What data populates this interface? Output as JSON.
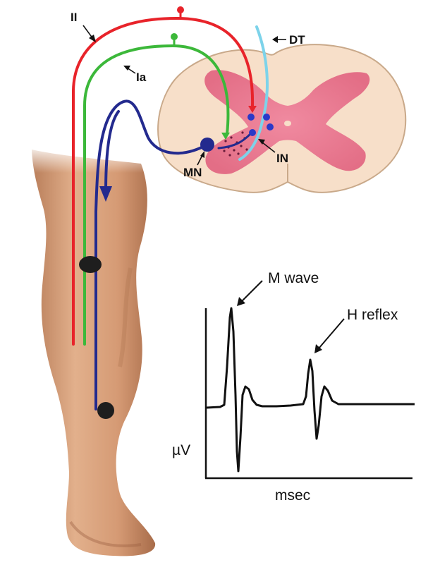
{
  "labels": {
    "fiber_ii": "II",
    "fiber_ia": "Ia",
    "descending_tract": "DT",
    "motor_neuron": "MN",
    "interneuron": "IN"
  },
  "plot": {
    "m_wave": "M wave",
    "h_reflex": "H reflex",
    "ylabel": "µV",
    "xlabel": "msec"
  },
  "colors": {
    "fiber_ii": "#e8232a",
    "fiber_ia": "#3cb83a",
    "motor_axon": "#232a8e",
    "descending_tract": "#7dd3ea",
    "grey_matter": "#e9788f",
    "white_matter": "#f7dfc9",
    "skin": "#d9a27e",
    "trace": "#111111"
  }
}
